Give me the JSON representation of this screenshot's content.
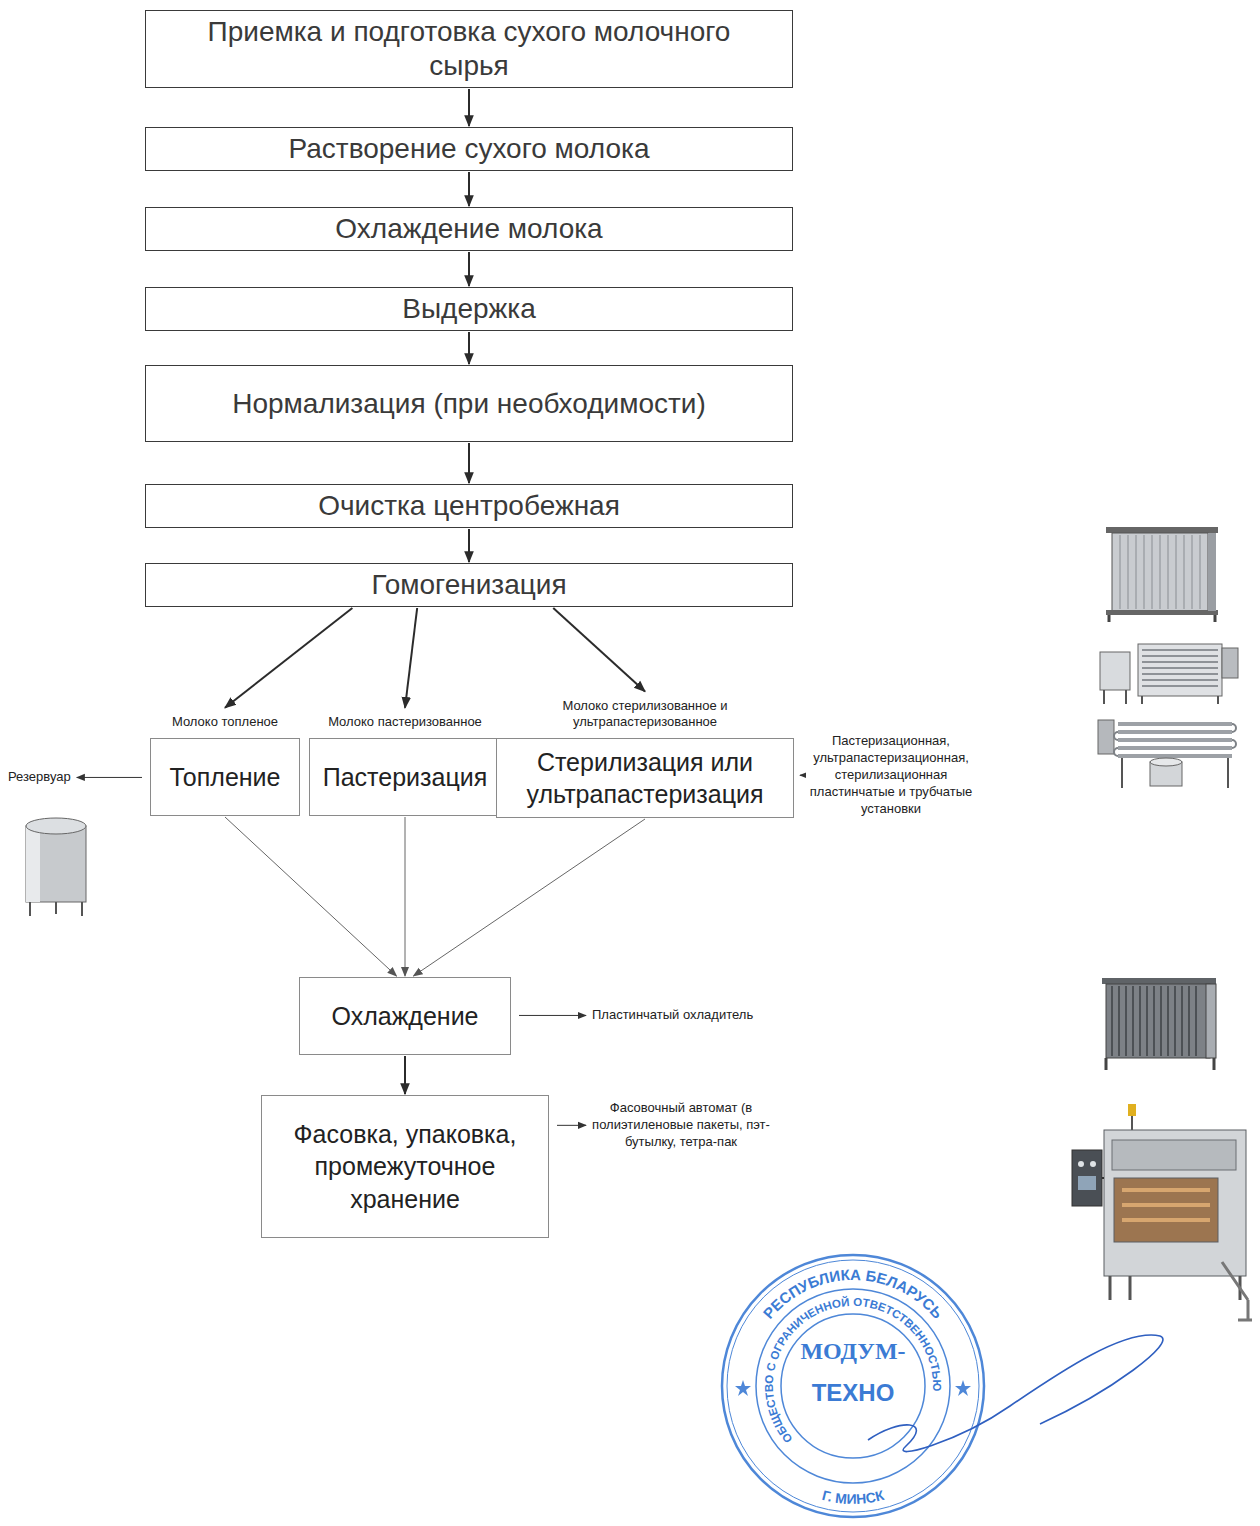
{
  "diagram": {
    "nodes": [
      {
        "text": [
          "Приемка и подготовка сухого молочного сырья"
        ]
      },
      {
        "text": [
          "Растворение сухого молока"
        ]
      },
      {
        "text": [
          "Охлаждение молока"
        ]
      },
      {
        "text": [
          "Выдержка"
        ]
      },
      {
        "text": [
          "Нормализация (при необходимости)"
        ]
      },
      {
        "text": [
          "Очистка центробежная"
        ]
      },
      {
        "text": [
          "Гомогенизация"
        ]
      },
      {
        "text": [
          "Молоко топленое",
          "Топление"
        ]
      },
      {
        "text": [
          "Молоко пастеризованное",
          "Пастеризация"
        ]
      },
      {
        "text": [
          "Молоко стерилизованное и ультрапастеризованное",
          "Стерилизация или ультрапастеризация"
        ]
      },
      {
        "text": [
          "Охлаждение"
        ]
      },
      {
        "text": [
          "Фасовка, упаковка, промежуточное хранение"
        ]
      }
    ],
    "edges": [
      {
        "from": 0,
        "to": 1,
        "arrow": "to"
      },
      {
        "from": 1,
        "to": 2,
        "arrow": "to"
      },
      {
        "from": 2,
        "to": 3,
        "arrow": "to"
      },
      {
        "from": 3,
        "to": 4,
        "arrow": "to"
      },
      {
        "from": 4,
        "to": 5,
        "arrow": "to"
      },
      {
        "from": 5,
        "to": 6,
        "arrow": "to"
      },
      {
        "from": 6,
        "to": 7,
        "arrow": "to"
      },
      {
        "from": 6,
        "to": 8,
        "arrow": "to"
      },
      {
        "from": 6,
        "to": 9,
        "arrow": "to"
      },
      {
        "from": 7,
        "to": 10,
        "arrow": "to"
      },
      {
        "from": 8,
        "to": 10,
        "arrow": "to"
      },
      {
        "from": 9,
        "to": 10,
        "arrow": "to"
      },
      {
        "from": 10,
        "to": 11,
        "arrow": "to"
      }
    ],
    "labels": [
      "Резервуар",
      "Пастеризационная, ультрапастеризационная, стерилизационная пластинчатые и трубчатые установки",
      "Пластинчатый охладитель",
      "Фасовочный автомат (в полиэтиленовые пакеты, пэт-бутылку, тетра-пак",
      "РЕСПУБЛИКА БЕЛАРУСЬ",
      "ОБЩЕСТВО С ОГРАНИЧЕННОЙ ОТВЕТСТВЕННОСТЬЮ",
      "МОДУМ-",
      "ТЕХНО",
      "Г. МИНСК"
    ]
  }
}
